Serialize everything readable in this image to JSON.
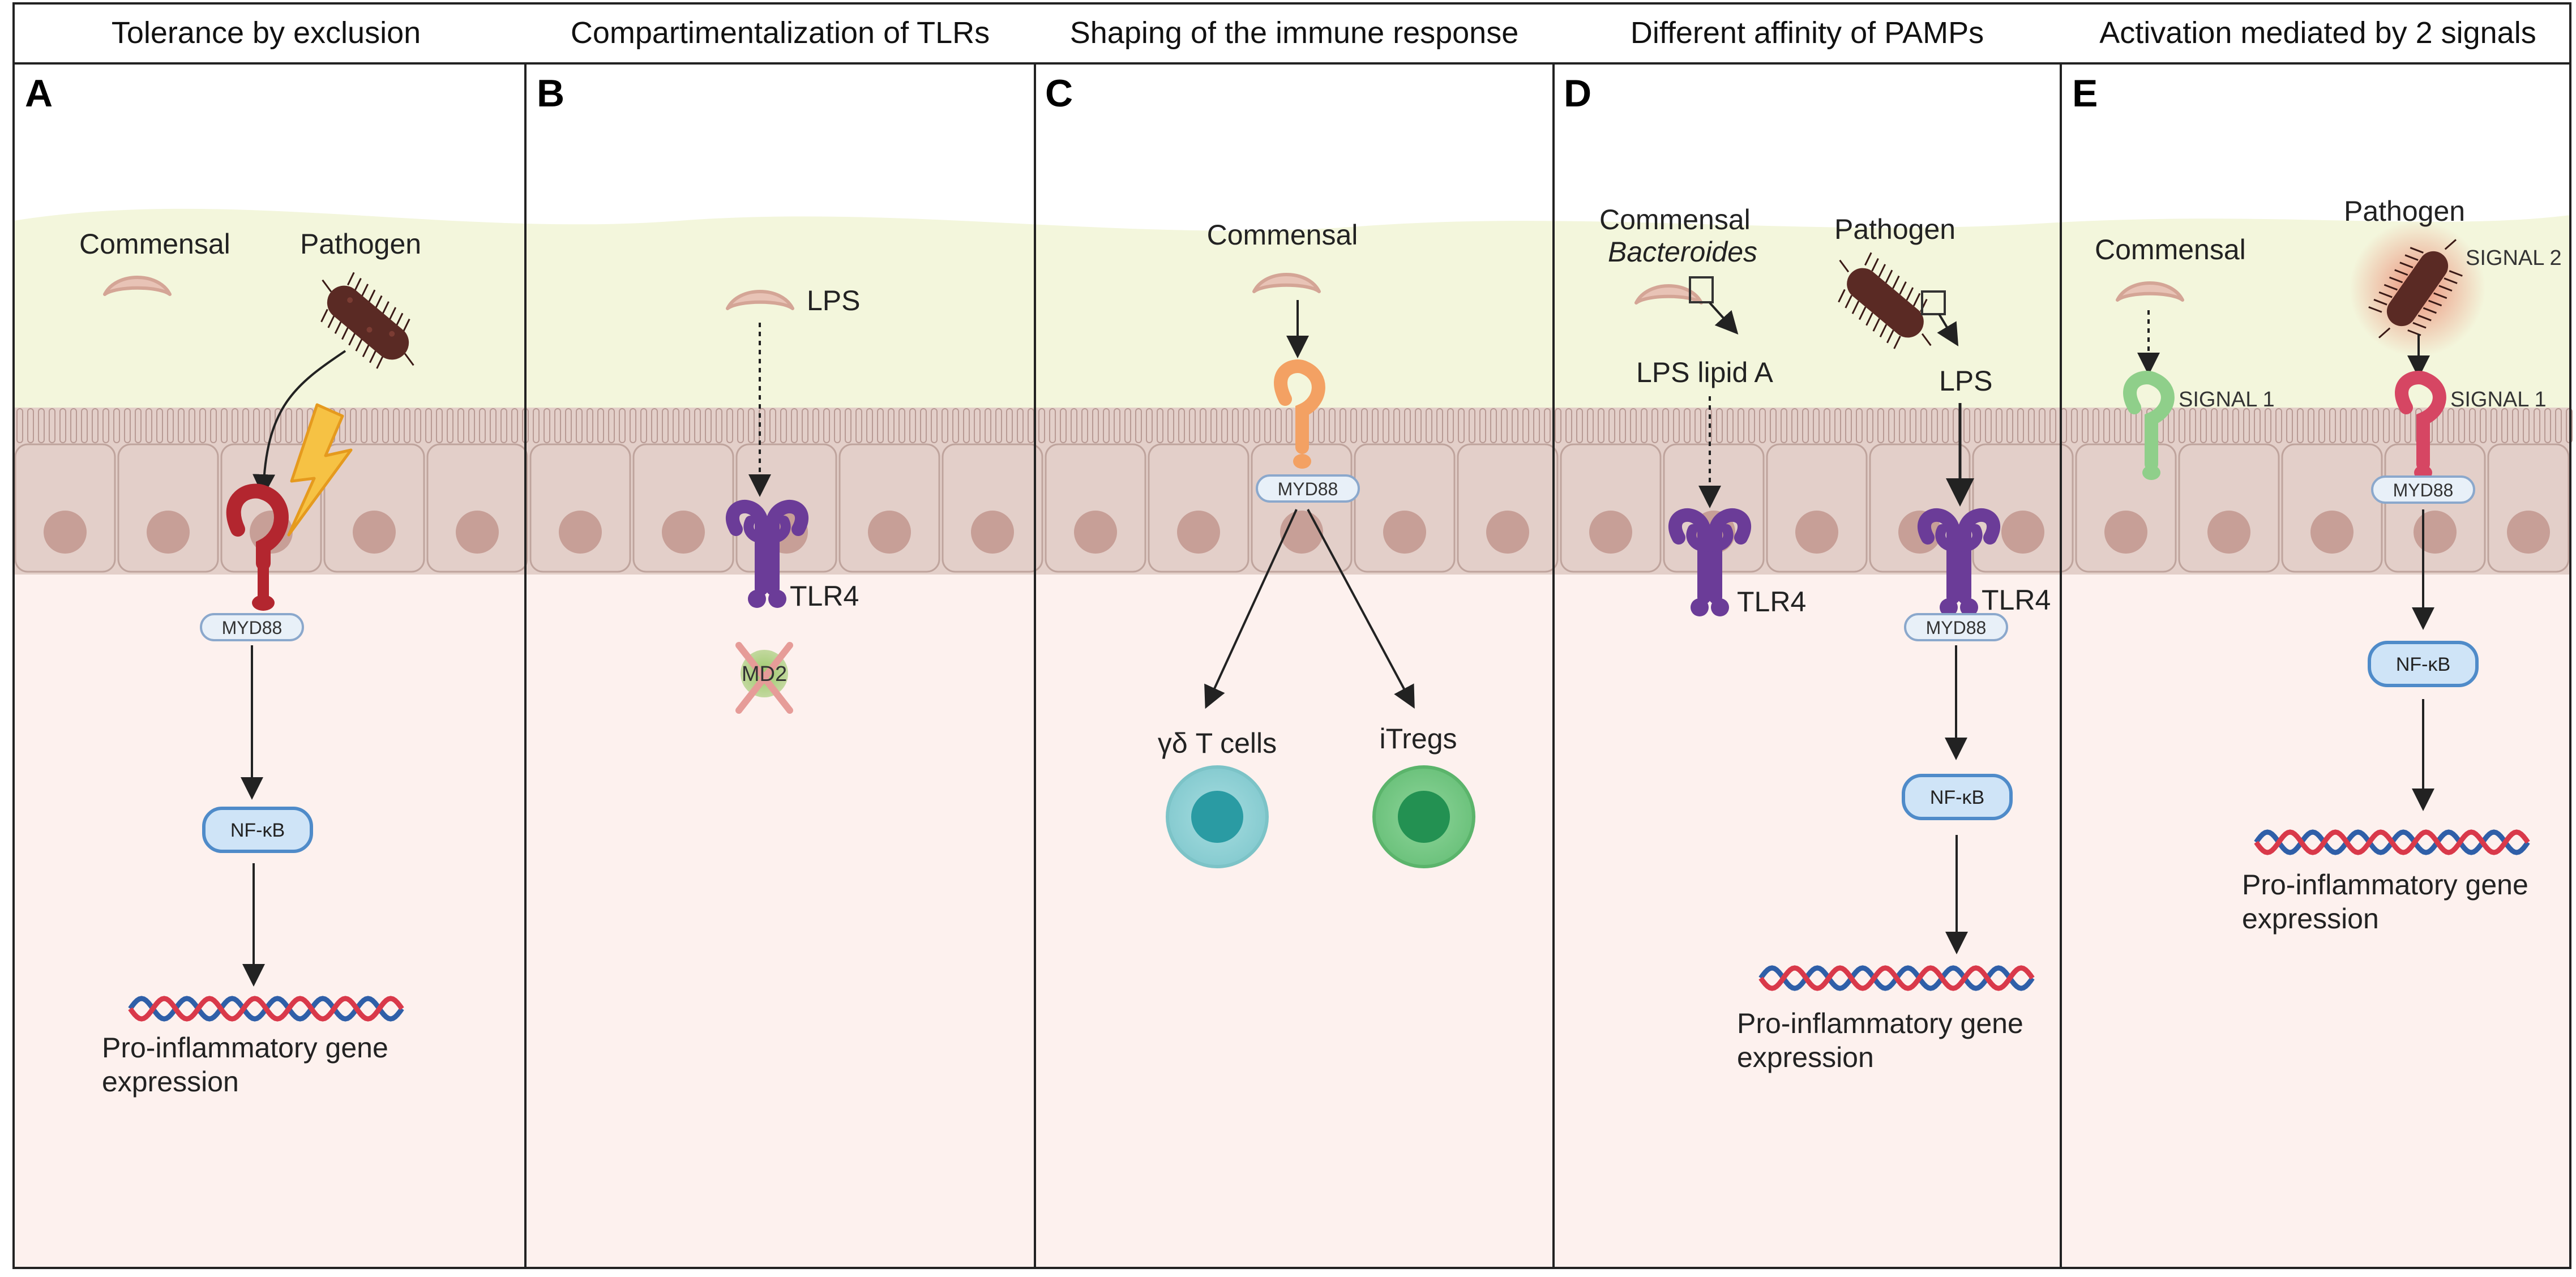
{
  "panels": [
    {
      "letter": "A",
      "title": "Tolerance by exclusion"
    },
    {
      "letter": "B",
      "title": "Compartimentalization of TLRs"
    },
    {
      "letter": "C",
      "title": "Shaping of the immune response"
    },
    {
      "letter": "D",
      "title": "Different affinity of PAMPs"
    },
    {
      "letter": "E",
      "title": "Activation mediated by 2 signals"
    }
  ],
  "labels": {
    "a_commensal": "Commensal",
    "a_pathogen": "Pathogen",
    "a_myd88": "MYD88",
    "a_nfkb": "NF-κB",
    "a_expr1": "Pro-inflammatory gene",
    "a_expr2": "expression",
    "b_lps": "LPS",
    "b_tlr4": "TLR4",
    "b_md2": "MD2",
    "c_commensal": "Commensal",
    "c_myd88": "MYD88",
    "c_gd": "γδ T cells",
    "c_itregs": "iTregs",
    "d_commensal": "Commensal",
    "d_bacteroides": "Bacteroides",
    "d_pathogen": "Pathogen",
    "d_lipidA": "LPS lipid A",
    "d_lps": "LPS",
    "d_tlr4_left": "TLR4",
    "d_tlr4_right": "TLR4",
    "d_myd88": "MYD88",
    "d_nfkb": "NF-κB",
    "d_expr1": "Pro-inflammatory gene",
    "d_expr2": "expression",
    "e_pathogen": "Pathogen",
    "e_commensal": "Commensal",
    "e_signal2": "SIGNAL 2",
    "e_signal1_left": "SIGNAL 1",
    "e_signal1_right": "SIGNAL 1",
    "e_myd88": "MYD88",
    "e_nfkb": "NF-κB",
    "e_expr1": "Pro-inflammatory gene",
    "e_expr2": "expression"
  },
  "colors": {
    "lumen": "#f3f6dc",
    "epithelium": "#e3cfc9",
    "nucleus": "#c79f97",
    "lamina": "#fdf1ee",
    "receptor_red": "#b3262f",
    "receptor_purple": "#6b3c98",
    "receptor_orange": "#f3a163",
    "receptor_green": "#8fcf8a",
    "receptor_pink": "#d64663",
    "nfkb_fill": "#cfe4f7",
    "nfkb_stroke": "#4f8bc9",
    "dna_red": "#d9394a",
    "dna_blue": "#2f5fa8",
    "bacterium": "#5a2a24"
  }
}
